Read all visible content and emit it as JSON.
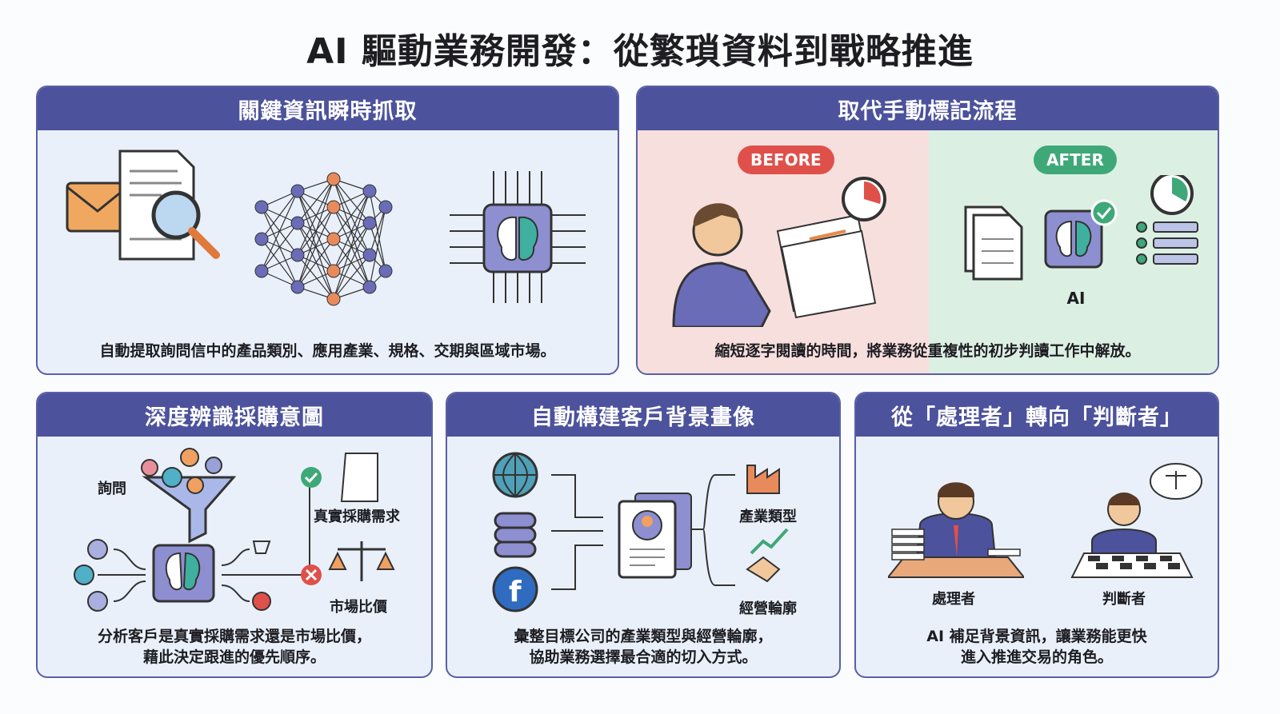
{
  "title": "AI 驅動業務開發：從繁瑣資料到戰略推進",
  "panels": {
    "p1": {
      "title": "關鍵資訊瞬時抓取",
      "caption": "自動提取詢問信中的產品類別、應用產業、規格、交期與區域市場。"
    },
    "p2": {
      "title": "取代手動標記流程",
      "before": "BEFORE",
      "after": "AFTER",
      "ai_label": "AI",
      "caption": "縮短逐字閱讀的時間，將業務從重複性的初步判讀工作中解放。"
    },
    "p3": {
      "title": "深度辨識採購意圖",
      "inquiry": "詢問",
      "real": "真實採購需求",
      "compare": "市場比價",
      "caption1": "分析客戶是真實採購需求還是市場比價，",
      "caption2": "藉此決定跟進的優先順序。"
    },
    "p4": {
      "title": "自動構建客戶背景畫像",
      "industry": "產業類型",
      "profile": "經營輪廓",
      "caption1": "彙整目標公司的產業類型與經營輪廓，",
      "caption2": "協助業務選擇最合適的切入方式。"
    },
    "p5": {
      "title": "從「處理者」轉向「判斷者」",
      "handler": "處理者",
      "judge": "判斷者",
      "caption1": "AI 補足背景資訊，讓業務能更快",
      "caption2": "進入推進交易的角色。"
    }
  },
  "colors": {
    "header": "#4c529b",
    "before": "#e0504a",
    "after": "#3fa878",
    "panel_bg": "#eaf0fa"
  }
}
